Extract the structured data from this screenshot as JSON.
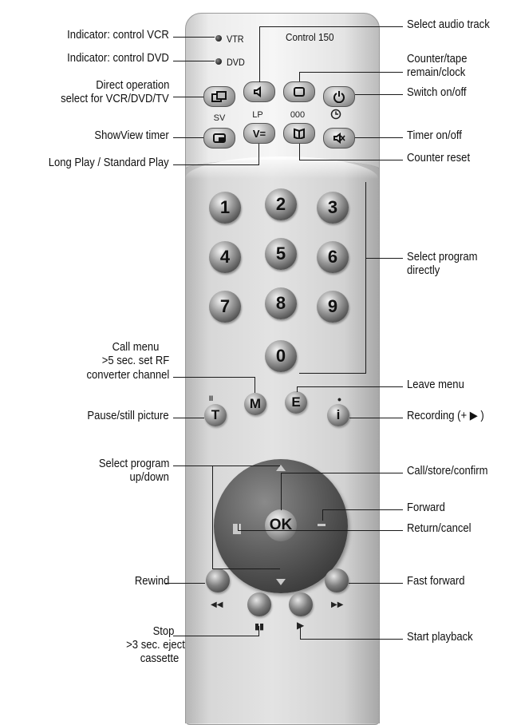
{
  "remote": {
    "model": "Control 150",
    "indicator_vtr": "VTR",
    "indicator_dvd": "DVD",
    "top_labels": {
      "sv": "SV",
      "lp": "LP",
      "counter": "000"
    },
    "lp_button": "V=",
    "numbers": [
      "1",
      "2",
      "3",
      "4",
      "5",
      "6",
      "7",
      "8",
      "9",
      "0"
    ],
    "menu_button": "M",
    "exit_button": "E",
    "pause_button": "T",
    "info_button": "i",
    "ok_button": "OK",
    "pause_mark": "II",
    "record_mark": "•"
  },
  "callouts": {
    "indicator_vcr": "Indicator: control VCR",
    "indicator_dvd": "Indicator: control DVD",
    "direct_op_1": "Direct operation",
    "direct_op_2": "select for VCR/DVD/TV",
    "showview": "ShowView timer",
    "long_play": "Long Play / Standard Play",
    "audio_track": "Select audio track",
    "counter_1": "Counter/tape",
    "counter_2": "remain/clock",
    "switch": "Switch on/off",
    "timer": "Timer on/off",
    "counter_reset": "Counter reset",
    "select_prog_1": "Select program",
    "select_prog_2": "directly",
    "call_menu_1": "Call menu",
    "call_menu_2": ">5 sec. set RF",
    "call_menu_3": "converter channel",
    "leave_menu": "Leave menu",
    "pause": "Pause/still picture",
    "recording": "Recording (+ ▶ )",
    "prog_updown_1": "Select program",
    "prog_updown_2": "up/down",
    "confirm": "Call/store/confirm",
    "forward": "Forward",
    "return": "Return/cancel",
    "rewind": "Rewind",
    "fast_forward": "Fast forward",
    "stop_1": "Stop",
    "stop_2": ">3 sec. eject",
    "stop_3": "cassette",
    "start_playback": "Start playback"
  }
}
